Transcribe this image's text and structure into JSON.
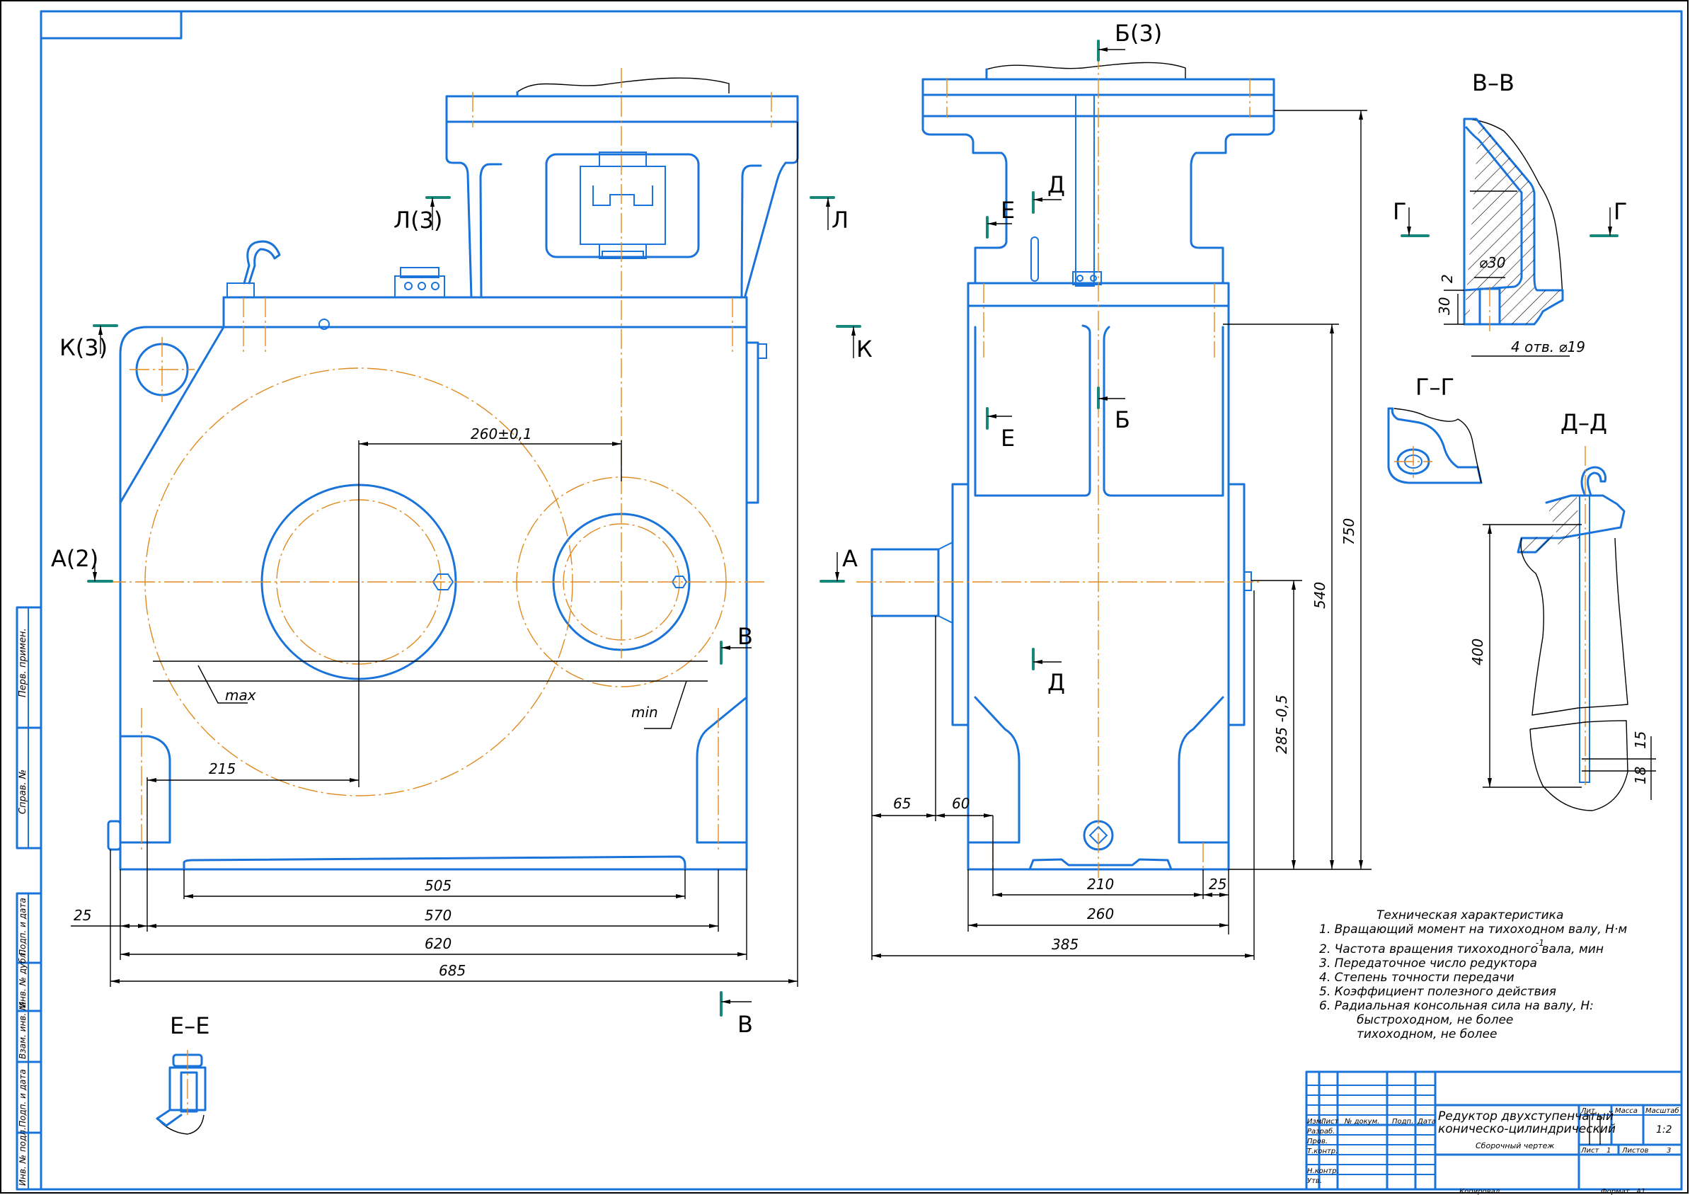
{
  "drawing": {
    "title_line1": "Редуктор двухступенчатый",
    "title_line2": "коническо-цилиндрический",
    "subtitle": "Сборочный чертеж",
    "scale": "1:2",
    "sheet": "1",
    "sheets_total": "3",
    "format_label": "Формат",
    "format": "A1",
    "copied_label": "Копировал"
  },
  "title_block": {
    "headers": [
      "Изм.",
      "Лист",
      "№ докум.",
      "Подп.",
      "Дата"
    ],
    "roles": [
      "Разраб.",
      "Пров.",
      "Т.контр.",
      "",
      "Н.контр.",
      "Утв."
    ],
    "lit_label": "Лит.",
    "mass_label": "Масса",
    "scale_label": "Масштаб",
    "sheet_label": "Лист",
    "sheets_label": "Листов"
  },
  "side_stamp": {
    "top": [
      "Перв. примен.",
      "Справ. №"
    ],
    "bottom": [
      "Подп. и дата",
      "Инв. № дубл.",
      "Взам. инв. №",
      "Подп. и дата",
      "Инв. № подл."
    ]
  },
  "tech": {
    "heading": "Техническая характеристика",
    "items": [
      "1. Вращающий момент на тихоходном валу, Н·м",
      "2. Частота вращения тихоходного вала, мин",
      "3. Передаточное число редуктора",
      "4. Степень точности передачи",
      "5. Коэффициент полезного действия",
      "6. Радиальная консольная сила на валу, Н:",
      "быстроходном, не более",
      "тихоходном, не более"
    ],
    "superscript": "-1"
  },
  "section_labels": {
    "front": {
      "k3": "К(3)",
      "a2": "А(2)",
      "l3": "Л(3)",
      "l": "Л",
      "k": "К",
      "a": "А",
      "v_top": "В",
      "v_bottom": "В"
    },
    "side": {
      "b3": "Б(3)",
      "d_top": "Д",
      "e_top": "Е",
      "b": "Б",
      "e_mid": "Е",
      "d_low": "Д"
    },
    "views": {
      "vv": "В–В",
      "gg": "Г–Г",
      "dd": "Д–Д",
      "ee": "Е–Е",
      "g_left": "Г",
      "g_right": "Г"
    }
  },
  "dimensions": {
    "front": {
      "center_distance": "260±0,1",
      "d215": "215",
      "d505": "505",
      "d570": "570",
      "d620": "620",
      "d685": "685",
      "d25": "25",
      "max_label": "max",
      "min_label": "min"
    },
    "side": {
      "d65": "65",
      "d60": "60",
      "d210": "210",
      "d25": "25",
      "d260": "260",
      "d385": "385",
      "d285": "285 -0,5",
      "d540": "540",
      "d750": "750"
    },
    "vv": {
      "dia30": "⌀30",
      "d2": "2",
      "d30": "30",
      "holes": "4 отв. ⌀19"
    },
    "dd": {
      "d400": "400",
      "d15": "15",
      "d18": "18"
    }
  }
}
